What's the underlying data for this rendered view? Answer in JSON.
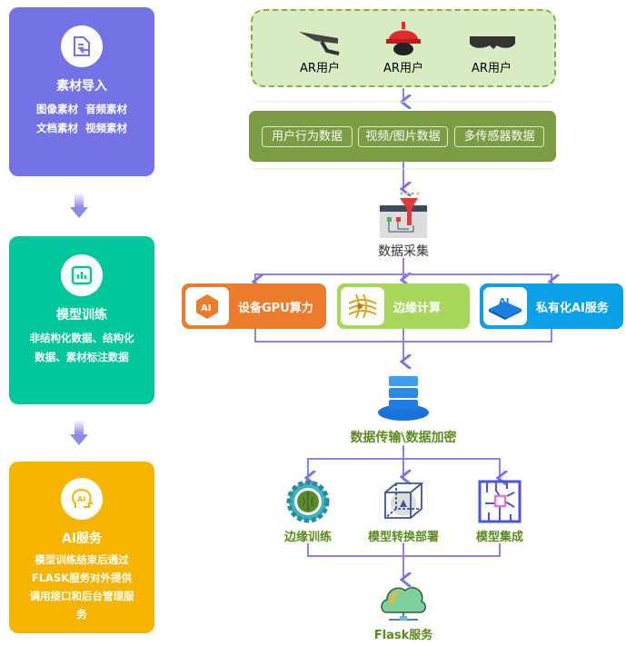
{
  "left_flow": [
    {
      "title": "素材导入",
      "desc": [
        "图像素材  音频素材",
        "文档素材  视频素材"
      ],
      "color": "#7473e6",
      "icon": "file-import-icon"
    },
    {
      "title": "模型训练",
      "desc": [
        "非结构化数据、结构化",
        "数据、素材标注数据"
      ],
      "color": "#00c79b",
      "icon": "bar-chart-icon"
    },
    {
      "title": "AI服务",
      "desc": [
        "模型训练结束后通过",
        "FLASK服务对外提供",
        "调用接口和后台管理服",
        "务"
      ],
      "color": "#f5b400",
      "icon": "ai-head-icon"
    }
  ],
  "users": [
    "AR用户",
    "AR用户",
    "AR用户"
  ],
  "data_types": [
    "用户行为数据",
    "视频/图片数据",
    "多传感器数据"
  ],
  "collect": "数据采集",
  "modules": [
    {
      "label": "设备GPU算力",
      "color": "#ec7c2c"
    },
    {
      "label": "边缘计算",
      "color": "#a6d65a"
    },
    {
      "label": "私有化AI服务",
      "color": "#0aa1e8"
    }
  ],
  "transfer": "数据传输\\数据加密",
  "stages": [
    "边缘训练",
    "模型转换部署",
    "模型集成"
  ],
  "flask": "Flask服务"
}
